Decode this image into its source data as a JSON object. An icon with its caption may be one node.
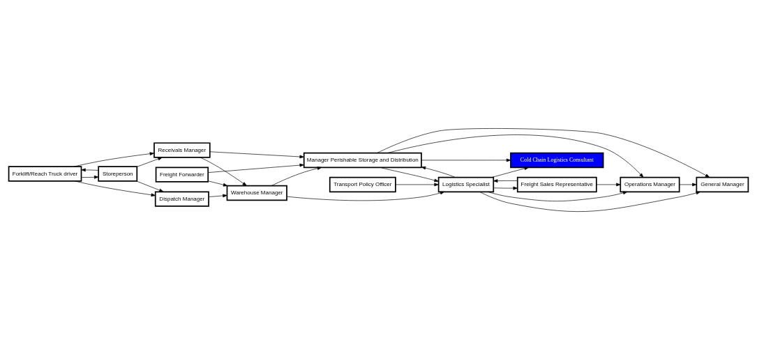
{
  "diagram": {
    "nodes": [
      {
        "text": [
          "Freight Forwarder"
        ]
      },
      {
        "text": [
          "Cold Chain Logistics Consultant"
        ]
      },
      {
        "text": [
          "Forklift/Reach Truck driver"
        ]
      },
      {
        "text": [
          "Receivals Manager"
        ]
      },
      {
        "text": [
          "Manager Perishable Storage and Distribution"
        ]
      },
      {
        "text": [
          "General Manager"
        ]
      },
      {
        "text": [
          "Warehouse Manager"
        ]
      },
      {
        "text": [
          "Storeperson"
        ]
      },
      {
        "text": [
          "Dispatch Manager"
        ]
      },
      {
        "text": [
          "Logistics Specialist"
        ]
      },
      {
        "text": [
          "Operations Manager"
        ]
      },
      {
        "text": [
          "Transport Policy Officer"
        ]
      },
      {
        "text": [
          "Freight Sales Representative"
        ]
      }
    ],
    "edges": [
      {
        "from": 2,
        "to": 3,
        "arrow": "to"
      },
      {
        "from": 2,
        "to": 8,
        "arrow": "to"
      },
      {
        "from": 2,
        "to": 7,
        "arrow": "to"
      },
      {
        "from": 7,
        "to": 2,
        "arrow": "to"
      },
      {
        "from": 7,
        "to": 3,
        "arrow": "to"
      },
      {
        "from": 7,
        "to": 8,
        "arrow": "to"
      },
      {
        "from": 3,
        "to": 4,
        "arrow": "to"
      },
      {
        "from": 3,
        "to": 6,
        "arrow": "to"
      },
      {
        "from": 8,
        "to": 6,
        "arrow": "to"
      },
      {
        "from": 0,
        "to": 6,
        "arrow": "to"
      },
      {
        "from": 0,
        "to": 4,
        "arrow": "to"
      },
      {
        "from": 6,
        "to": 4,
        "arrow": "to"
      },
      {
        "from": 6,
        "to": 9,
        "arrow": "to"
      },
      {
        "from": 4,
        "to": 9,
        "arrow": "to"
      },
      {
        "from": 9,
        "to": 4,
        "arrow": "to"
      },
      {
        "from": 4,
        "to": 1,
        "arrow": "to"
      },
      {
        "from": 4,
        "to": 5,
        "arrow": "to"
      },
      {
        "from": 4,
        "to": 10,
        "arrow": "to"
      },
      {
        "from": 9,
        "to": 5,
        "arrow": "to"
      },
      {
        "from": 9,
        "to": 1,
        "arrow": "to"
      },
      {
        "from": 9,
        "to": 10,
        "arrow": "to"
      },
      {
        "from": 11,
        "to": 9,
        "arrow": "to"
      },
      {
        "from": 9,
        "to": 12,
        "arrow": "to"
      },
      {
        "from": 12,
        "to": 9,
        "arrow": "to"
      },
      {
        "from": 12,
        "to": 10,
        "arrow": "to"
      },
      {
        "from": 10,
        "to": 5,
        "arrow": "to"
      }
    ]
  }
}
